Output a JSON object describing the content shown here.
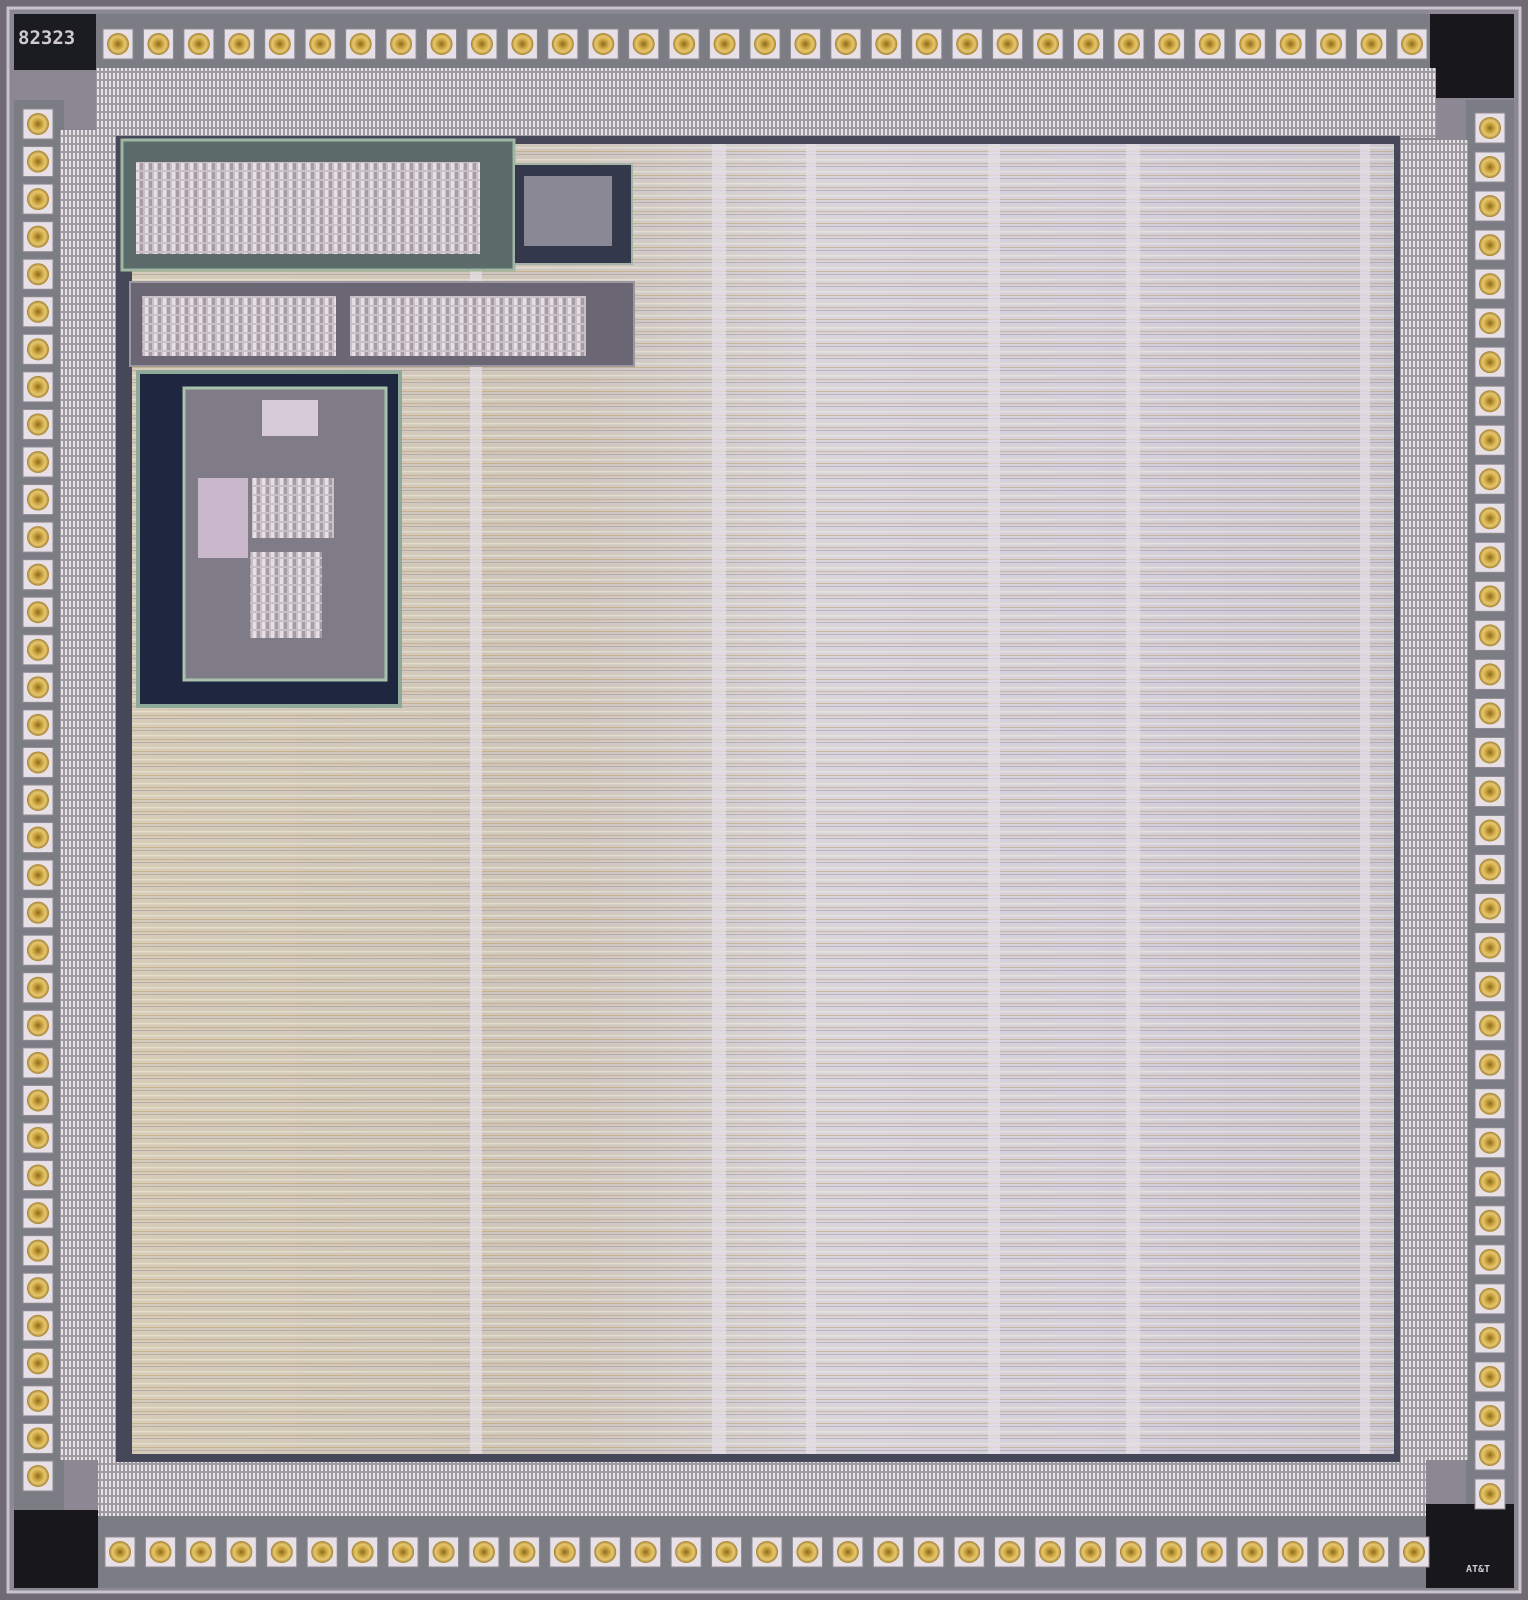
{
  "image": {
    "subject": "integrated-circuit-die",
    "die_code": "82323",
    "logo_text": "AT&T",
    "colors": {
      "substrate": "#b9b1bd",
      "metal_light": "#d8cfd8",
      "metal_gold": "#cfae52",
      "bond_wire_gold": "#c89a2a",
      "pad_ring": "#7d7f86",
      "dark_oxide": "#1e2638",
      "corner_dark": "#141418",
      "core_tint": "#d9d2c4"
    },
    "pads": {
      "top_count": 33,
      "bottom_count": 33,
      "left_count": 37,
      "right_count": 36
    }
  }
}
